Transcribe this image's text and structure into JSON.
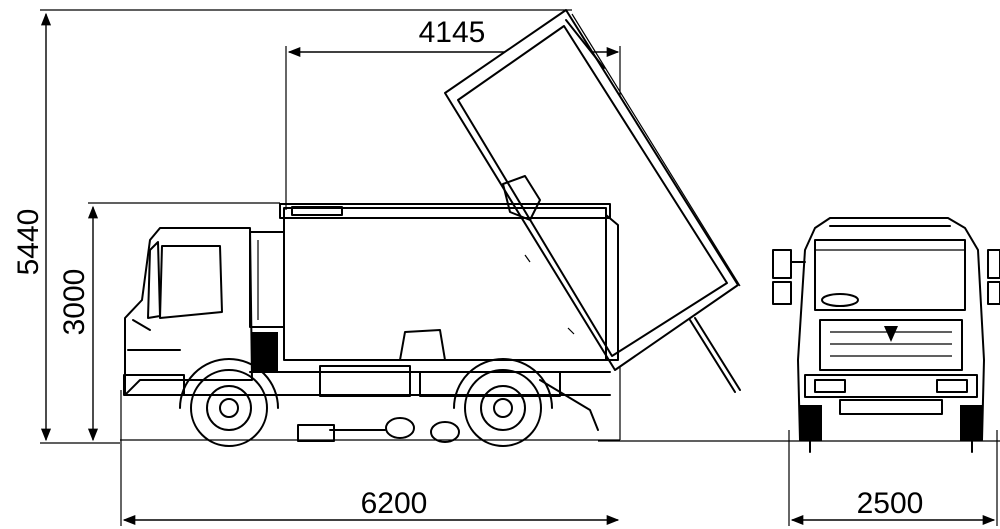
{
  "dimensions": {
    "total_height_tipped": "5440",
    "vehicle_height": "3000",
    "hopper_length": "4145",
    "vehicle_length": "6200",
    "vehicle_width": "2500"
  }
}
